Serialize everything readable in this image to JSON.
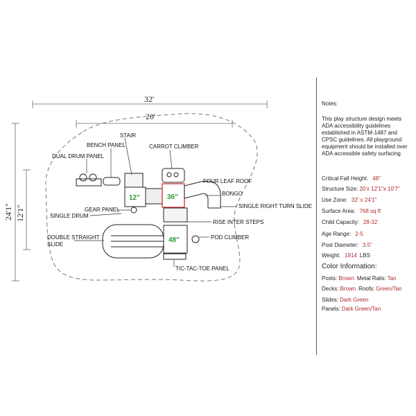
{
  "plan": {
    "dimensions": {
      "overall_width": "32'",
      "inner_width": "20'",
      "overall_depth": "24'1\"",
      "inner_depth": "12'1\""
    },
    "deck_heights": {
      "small": "12\"",
      "top": "36\"",
      "bottom": "48\""
    },
    "labels": {
      "stair": "STAIR",
      "bench_panel": "BENCH PANEL",
      "dual_drum_panel": "DUAL DRUM PANEL",
      "carrot_climber": "CARROT CLIMBER",
      "four_leaf_roof": "FOUR LEAF ROOF",
      "bongo": "BONGO",
      "single_right_turn_slide": "SINGLE RIGHT TURN SLIDE",
      "gear_panel": "GEAR PANEL",
      "single_drum": "SINGLE DRUM",
      "rise_inter_steps": "RISE INTER STEPS",
      "double_straight_slide_1": "DOUBLE STRAIGHT",
      "double_straight_slide_2": "SLIDE",
      "pod_climber": "POD CLIMBER",
      "tic_tac_toe_panel": "TIC-TAC-TOE PANEL"
    }
  },
  "specs": {
    "notes_title": "Notes:",
    "notes_text": "This play structure design meets ADA accessibility guidelines established in ASTM-1487 and CPSC guidelines. All playground equipment should be installed over ADA accessible safety surfacing",
    "rows": {
      "fall_height": {
        "label": "Critical Fall Height:",
        "value": "48\""
      },
      "structure_size": {
        "label": "Structure Size:",
        "value": "20'x 12'1\"x 10'7\""
      },
      "use_zone": {
        "label": "Use Zone:",
        "value": "32' x 24'1\""
      },
      "surface_area": {
        "label": "Surface Area:",
        "value": "768 sq ft"
      },
      "child_capacity": {
        "label": "Child Capacity:",
        "value": "28-32"
      },
      "age_range": {
        "label": "Age Range:",
        "value": "2-5"
      },
      "post_diameter": {
        "label": "Post Diameter:",
        "value": "3.5\""
      },
      "weight": {
        "label": "Weight:",
        "value": "1914",
        "unit": "LBS"
      }
    },
    "color_title": "Color Information:",
    "colors": {
      "posts_label": "Posts:",
      "posts_value": "Brown",
      "metal_rails_label": "Metal Rails:",
      "metal_rails_value": "Tan",
      "decks_label": "Decks:",
      "decks_value": "Brown",
      "roofs_label": "Roofs:",
      "roofs_value": "Green/Tan",
      "slides_label": "Slides:",
      "slides_value": "Dark Green",
      "panels_label": "Panels:",
      "panels_value": "Dark Green/Tan"
    },
    "value_color": "#b02a2a",
    "deck_label_color": "#2e9a2e"
  }
}
